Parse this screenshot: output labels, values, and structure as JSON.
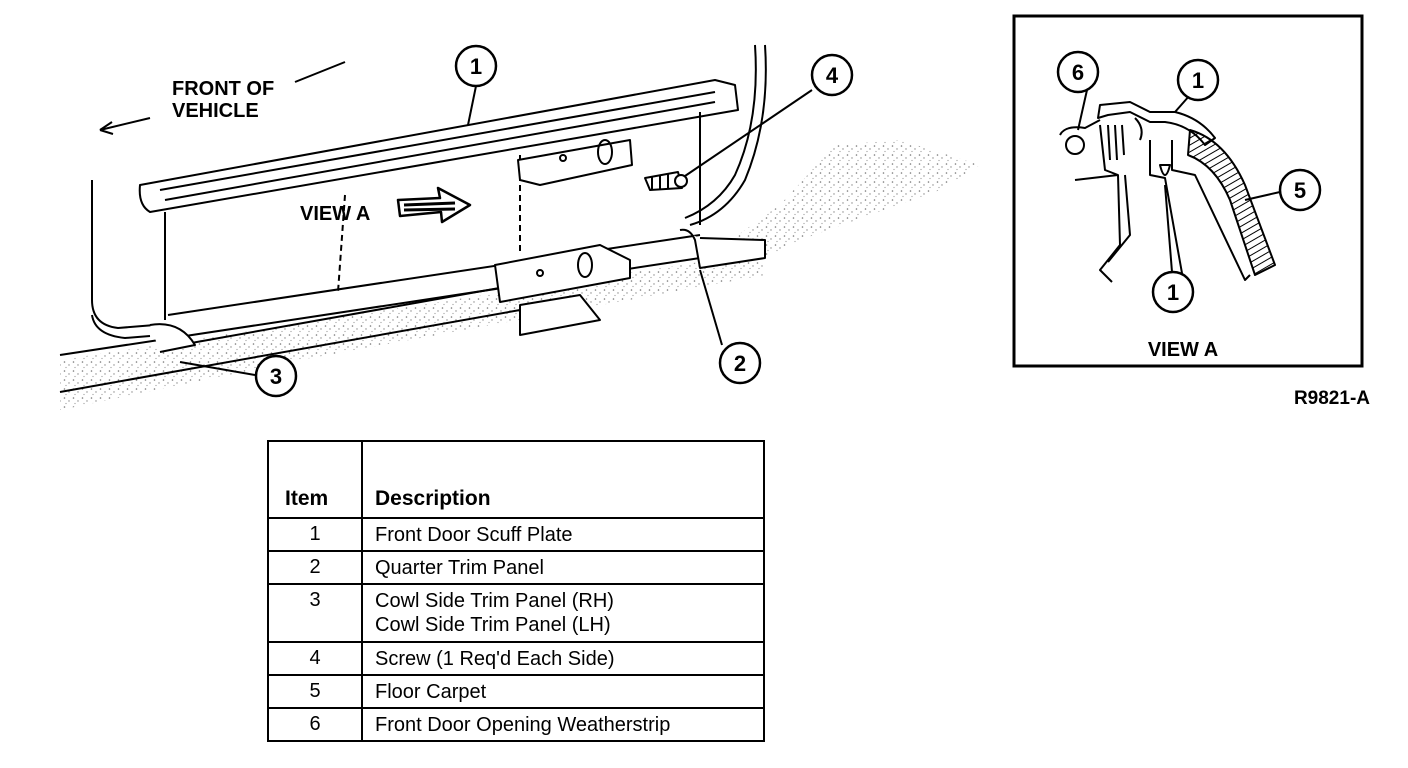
{
  "labels": {
    "front_of_vehicle": [
      "FRONT OF",
      "VEHICLE"
    ],
    "view_a_main": "VIEW A",
    "view_a_inset": "VIEW A",
    "figure_code": "R9821-A"
  },
  "callouts_main": [
    "1",
    "4",
    "3",
    "2"
  ],
  "callouts_inset": [
    "6",
    "1",
    "5",
    "1"
  ],
  "table": {
    "headers": [
      "Item",
      "Description"
    ],
    "rows": [
      {
        "item": "1",
        "desc": [
          "Front Door Scuff Plate"
        ]
      },
      {
        "item": "2",
        "desc": [
          "Quarter Trim Panel"
        ]
      },
      {
        "item": "3",
        "desc": [
          "Cowl Side Trim Panel (RH)",
          "Cowl Side Trim Panel (LH)"
        ]
      },
      {
        "item": "4",
        "desc": [
          "Screw (1 Req'd Each Side)"
        ]
      },
      {
        "item": "5",
        "desc": [
          "Floor Carpet"
        ]
      },
      {
        "item": "6",
        "desc": [
          "Front Door Opening Weatherstrip"
        ]
      }
    ]
  },
  "colors": {
    "ink": "#000000",
    "paper": "#ffffff",
    "speckle": "#8a8a8a"
  }
}
